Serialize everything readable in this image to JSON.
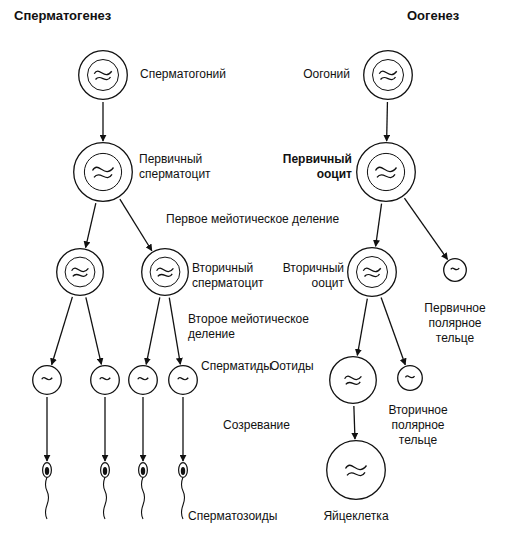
{
  "diagram": {
    "nodes": [
      {
        "text": [
          "Сперматогоний"
        ]
      },
      {
        "text": [
          "Оогоний"
        ]
      },
      {
        "text": [
          "Первичный сперматоцит"
        ]
      },
      {
        "text": [
          "Первичный ооцит"
        ]
      },
      {
        "text": []
      },
      {
        "text": [
          "Вторичный сперматоцит"
        ]
      },
      {
        "text": [
          "Вторичный ооцит"
        ]
      },
      {
        "text": [
          "Первичное полярное тельце"
        ]
      },
      {
        "text": []
      },
      {
        "text": []
      },
      {
        "text": []
      },
      {
        "text": [
          "Сперматиды"
        ]
      },
      {
        "text": [
          "Оотиды"
        ]
      },
      {
        "text": [
          "Вторичное полярное тельце"
        ]
      },
      {
        "text": []
      },
      {
        "text": []
      },
      {
        "text": []
      },
      {
        "text": [
          "Сперматозоиды"
        ]
      },
      {
        "text": [
          "Яйцеклетка"
        ]
      }
    ],
    "edges": [
      {
        "from": 0,
        "to": 2,
        "arrow": "to"
      },
      {
        "from": 2,
        "to": 4,
        "arrow": "to"
      },
      {
        "from": 2,
        "to": 5,
        "arrow": "to"
      },
      {
        "from": 4,
        "to": 8,
        "arrow": "to"
      },
      {
        "from": 4,
        "to": 9,
        "arrow": "to"
      },
      {
        "from": 5,
        "to": 10,
        "arrow": "to"
      },
      {
        "from": 5,
        "to": 11,
        "arrow": "to"
      },
      {
        "from": 8,
        "to": 14,
        "arrow": "to"
      },
      {
        "from": 9,
        "to": 15,
        "arrow": "to"
      },
      {
        "from": 10,
        "to": 16,
        "arrow": "to"
      },
      {
        "from": 11,
        "to": 17,
        "arrow": "to"
      },
      {
        "from": 1,
        "to": 3,
        "arrow": "to"
      },
      {
        "from": 3,
        "to": 6,
        "arrow": "to"
      },
      {
        "from": 3,
        "to": 7,
        "arrow": "to"
      },
      {
        "from": 6,
        "to": 12,
        "arrow": "to"
      },
      {
        "from": 6,
        "to": 13,
        "arrow": "to"
      },
      {
        "from": 12,
        "to": 18,
        "arrow": "to"
      }
    ],
    "labels": [
      "Сперматогенез",
      "Оогенез",
      "Первое мейотическое деление",
      "Второе мейотическое деление",
      "Созревание"
    ]
  }
}
